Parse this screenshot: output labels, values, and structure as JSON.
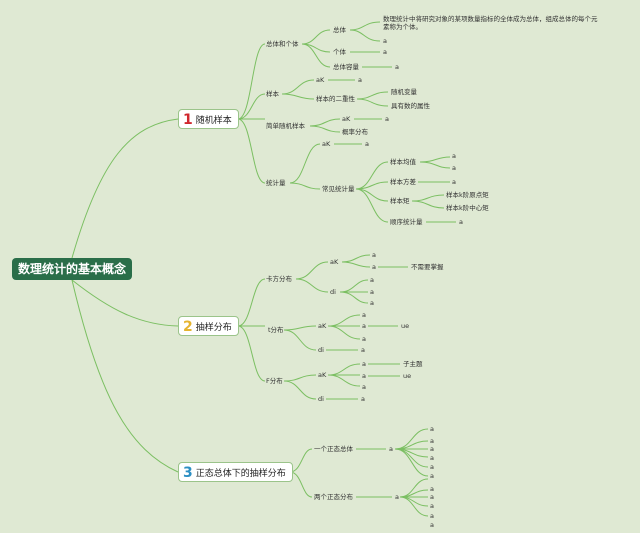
{
  "root": {
    "label": "数理统计的基本概念"
  },
  "colors": {
    "root_bg": "#2a6e49",
    "line": "#7bbf62",
    "background": "#dfe9d3",
    "num1": "#d0282e",
    "num2": "#e6b430",
    "num3": "#2d8fc3"
  },
  "branches": [
    {
      "num": "1",
      "label": "随机样本"
    },
    {
      "num": "2",
      "label": "抽样分布"
    },
    {
      "num": "3",
      "label": "正态总体下的抽样分布"
    }
  ],
  "b1": {
    "zongti_geti": "总体和个体",
    "zongti": "总体",
    "zongti_def": "数理统计中将研究对象的某项数量指标的全体成为总体，组成总体的每个元素称为个体。",
    "zongti_formula": "a",
    "geti": "个体",
    "geti_formula": "a",
    "rongliang": "总体容量",
    "rongliang_formula": "a",
    "yangben": "样本",
    "yangben_ak": "aK",
    "yangben_ak_formula": "a",
    "erchongxing": "样本的二重性",
    "sjbl": "随机变量",
    "jysdsx": "具有数的属性",
    "jiandan": "简单随机样本",
    "jiandan_ak": "aK",
    "jiandan_ak_formula": "a",
    "gailv": "概率分布",
    "tongjiliang": "统计量",
    "tjl_ak": "aK",
    "tjl_ak_formula": "a",
    "changjian": "常见统计量",
    "junzhi": "样本均值",
    "junzhi_f": [
      "a",
      "a"
    ],
    "fangcha": "样本方差",
    "fangcha_f": "a",
    "ju": "样本矩",
    "yuandian": "样本k阶原点矩",
    "zhongxin": "样本k阶中心矩",
    "shunxu": "顺序统计量",
    "shunxu_f": "a"
  },
  "b2": {
    "kafang": "卡方分布",
    "kf_ak": "aK",
    "kf_ak_f": [
      "a",
      "a"
    ],
    "buxuyao": "不需要掌握",
    "kf_di": "di",
    "kf_di_f": [
      "a",
      "a",
      "a"
    ],
    "t": "t分布",
    "t_ak": "aK",
    "t_ak_f": [
      "a",
      "a",
      "a"
    ],
    "t_ue": "ue",
    "t_di": "di",
    "t_di_f": "a",
    "f": "F分布",
    "f_ak": "aK",
    "f_ak_f": [
      "a",
      "a",
      "a"
    ],
    "zizhuti": "子主题",
    "f_ue": "ue",
    "f_di": "di",
    "f_di_f": "a"
  },
  "b3": {
    "yige": "一个正态总体",
    "yige_a": "a",
    "yige_f": [
      "a",
      "a",
      "a",
      "a",
      "a",
      "a"
    ],
    "liangge": "两个正态分布",
    "liangge_a": "a",
    "liangge_f": [
      "a",
      "a",
      "a",
      "a",
      "a"
    ]
  }
}
